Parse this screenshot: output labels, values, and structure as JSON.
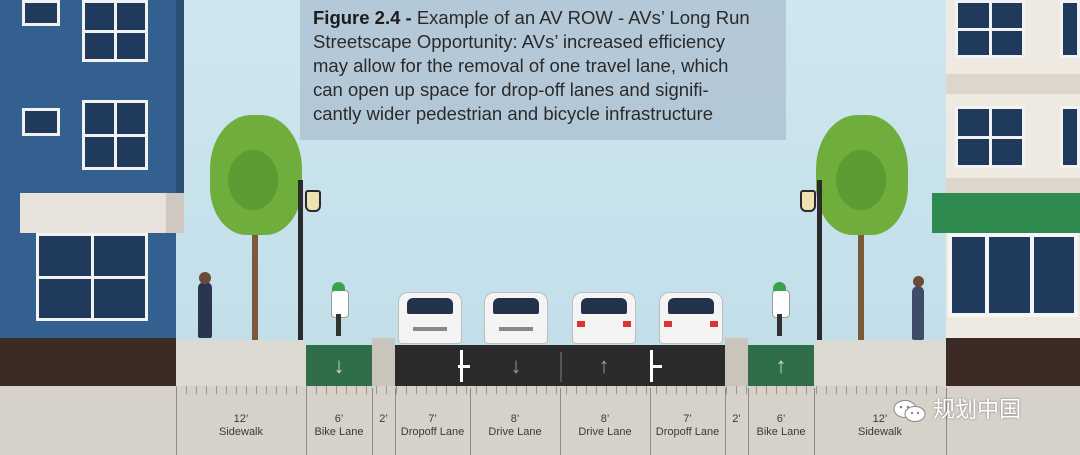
{
  "caption": {
    "bold": "Figure 2.4 -",
    "text_line1": " Example of an AV ROW - AVs’ Long Run",
    "text_line2": "Streetscape Opportunity: AVs’ increased efficiency",
    "text_line3": "may allow for the removal of one travel lane, which",
    "text_line4": "can open up space for drop-off lanes and signifi-",
    "text_line5": "cantly wider pedestrian and bicycle infrastructure"
  },
  "lanes": [
    {
      "width": "12’",
      "name": "Sidewalk"
    },
    {
      "width": "6’",
      "name": "Bike Lane"
    },
    {
      "width": "2’",
      "name": ""
    },
    {
      "width": "7’",
      "name": "Dropoff Lane"
    },
    {
      "width": "8’",
      "name": "Drive Lane"
    },
    {
      "width": "8’",
      "name": "Drive Lane"
    },
    {
      "width": "7’",
      "name": "Dropoff Lane"
    },
    {
      "width": "2’",
      "name": ""
    },
    {
      "width": "6’",
      "name": "Bike Lane"
    },
    {
      "width": "12’",
      "name": "Sidewalk"
    }
  ],
  "watermark": "规划中国",
  "colors": {
    "building_left": "#33608f",
    "bike_lane": "#2f6e48",
    "road": "#2b2b2b",
    "awning_right": "#2e8a4e"
  },
  "icons": [
    "arrow-down-icon",
    "arrow-up-icon",
    "wechat-icon"
  ]
}
